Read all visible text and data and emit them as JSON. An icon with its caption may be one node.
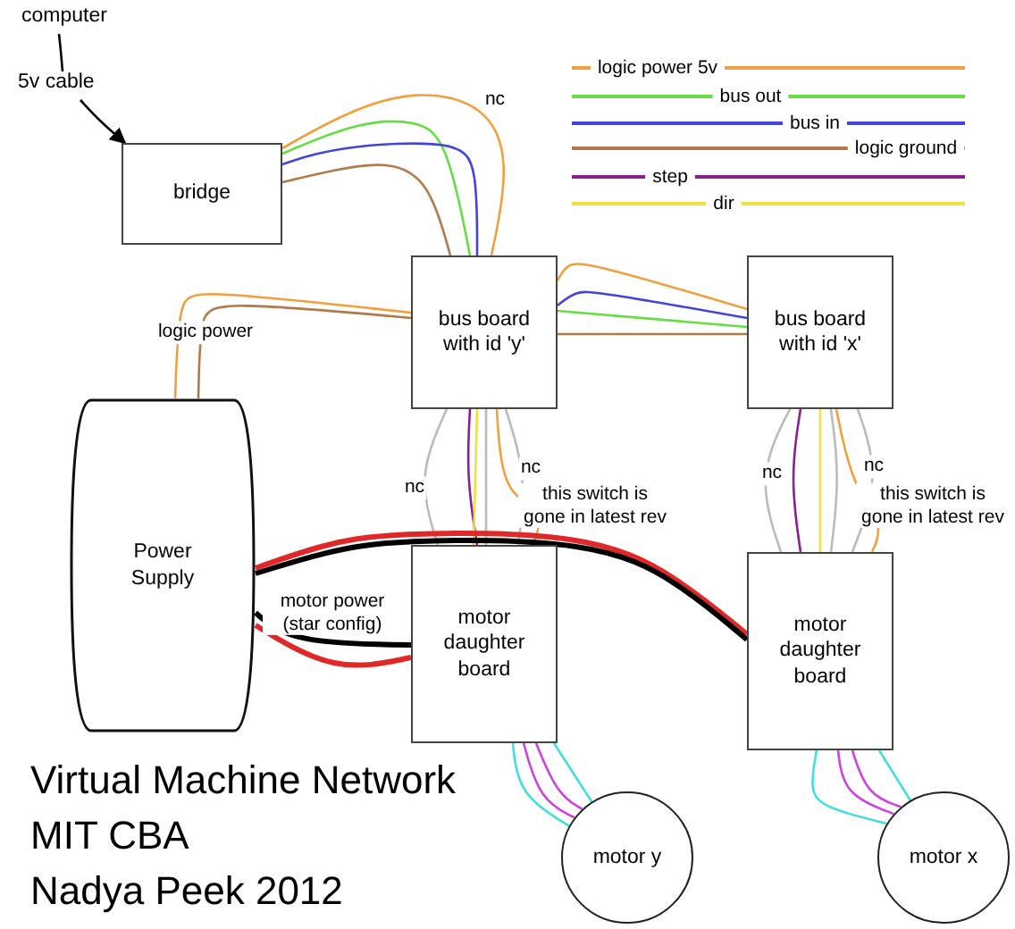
{
  "diagram": {
    "title": "Virtual Machine Network",
    "nodes": [
      {
        "text": [
          "computer"
        ]
      },
      {
        "text": [
          "5v cable"
        ]
      },
      {
        "text": [
          "bridge"
        ]
      },
      {
        "text": [
          "bus board with id 'y'"
        ]
      },
      {
        "text": [
          "bus board with id 'x'"
        ]
      },
      {
        "text": [
          "Power Supply"
        ]
      },
      {
        "text": [
          "motor daughter board"
        ]
      },
      {
        "text": [
          "motor daughter board"
        ]
      },
      {
        "text": [
          "motor y"
        ]
      },
      {
        "text": [
          "motor x"
        ]
      }
    ],
    "edges": [
      {
        "from": 0,
        "to": 1,
        "arrow": "none",
        "color": "#000000"
      },
      {
        "from": 1,
        "to": 2,
        "arrow": "to",
        "color": "#000000"
      },
      {
        "from": 2,
        "to": 3,
        "arrow": "none",
        "color": "#f0a040",
        "label": "nc"
      },
      {
        "from": 2,
        "to": 3,
        "arrow": "none",
        "color": "#66dd44"
      },
      {
        "from": 2,
        "to": 3,
        "arrow": "none",
        "color": "#4444dd"
      },
      {
        "from": 2,
        "to": 3,
        "arrow": "none",
        "color": "#b07a4a"
      },
      {
        "from": 3,
        "to": 4,
        "arrow": "none",
        "color": "#f0a040"
      },
      {
        "from": 3,
        "to": 4,
        "arrow": "none",
        "color": "#4444dd"
      },
      {
        "from": 3,
        "to": 4,
        "arrow": "none",
        "color": "#66dd44"
      },
      {
        "from": 3,
        "to": 4,
        "arrow": "none",
        "color": "#b07a4a"
      },
      {
        "from": 5,
        "to": 3,
        "arrow": "none",
        "color": "#f0a040",
        "label": "logic power"
      },
      {
        "from": 5,
        "to": 3,
        "arrow": "none",
        "color": "#b07a4a"
      },
      {
        "from": 3,
        "to": 6,
        "arrow": "none",
        "color": "#bbbbbb",
        "label": "nc"
      },
      {
        "from": 3,
        "to": 6,
        "arrow": "none",
        "color": "#8a2090"
      },
      {
        "from": 3,
        "to": 6,
        "arrow": "none",
        "color": "#f0e040"
      },
      {
        "from": 3,
        "to": 6,
        "arrow": "none",
        "color": "#bbbbbb"
      },
      {
        "from": 3,
        "to": 6,
        "arrow": "none",
        "color": "#bbbbbb",
        "label": "nc"
      },
      {
        "from": 3,
        "to": 6,
        "arrow": "none",
        "color": "#f0a040",
        "label": "this switch is gone in latest rev"
      },
      {
        "from": 4,
        "to": 7,
        "arrow": "none",
        "color": "#bbbbbb",
        "label": "nc"
      },
      {
        "from": 4,
        "to": 7,
        "arrow": "none",
        "color": "#8a2090"
      },
      {
        "from": 4,
        "to": 7,
        "arrow": "none",
        "color": "#f0e040"
      },
      {
        "from": 4,
        "to": 7,
        "arrow": "none",
        "color": "#bbbbbb"
      },
      {
        "from": 4,
        "to": 7,
        "arrow": "none",
        "color": "#bbbbbb",
        "label": "nc"
      },
      {
        "from": 4,
        "to": 7,
        "arrow": "none",
        "color": "#f0a040",
        "label": "this switch is gone in latest rev"
      },
      {
        "from": 5,
        "to": 6,
        "arrow": "none",
        "style": "thick",
        "color": "#000000",
        "label": "motor power (star config)"
      },
      {
        "from": 5,
        "to": 6,
        "arrow": "none",
        "style": "thick",
        "color": "#e02828"
      },
      {
        "from": 5,
        "to": 7,
        "arrow": "none",
        "style": "thick",
        "color": "#e02828"
      },
      {
        "from": 5,
        "to": 7,
        "arrow": "none",
        "style": "thick",
        "color": "#000000"
      },
      {
        "from": 6,
        "to": 8,
        "arrow": "none",
        "color": "#44dddd"
      },
      {
        "from": 6,
        "to": 8,
        "arrow": "none",
        "color": "#cc44dd"
      },
      {
        "from": 6,
        "to": 8,
        "arrow": "none",
        "color": "#cc44dd"
      },
      {
        "from": 6,
        "to": 8,
        "arrow": "none",
        "color": "#44dddd"
      },
      {
        "from": 7,
        "to": 9,
        "arrow": "none",
        "color": "#44dddd"
      },
      {
        "from": 7,
        "to": 9,
        "arrow": "none",
        "color": "#cc44dd"
      },
      {
        "from": 7,
        "to": 9,
        "arrow": "none",
        "color": "#cc44dd"
      },
      {
        "from": 7,
        "to": 9,
        "arrow": "none",
        "color": "#44dddd"
      }
    ],
    "labels": [
      "MIT CBA",
      "Nadya Peek 2012"
    ],
    "legend": [
      {
        "text": "logic power 5v",
        "color": "#f0a040"
      },
      {
        "text": "bus out",
        "color": "#66dd44"
      },
      {
        "text": "bus in",
        "color": "#4444dd"
      },
      {
        "text": "logic ground",
        "color": "#b07a4a"
      },
      {
        "text": "step",
        "color": "#8a2090"
      },
      {
        "text": "dir",
        "color": "#f0e040"
      }
    ]
  }
}
